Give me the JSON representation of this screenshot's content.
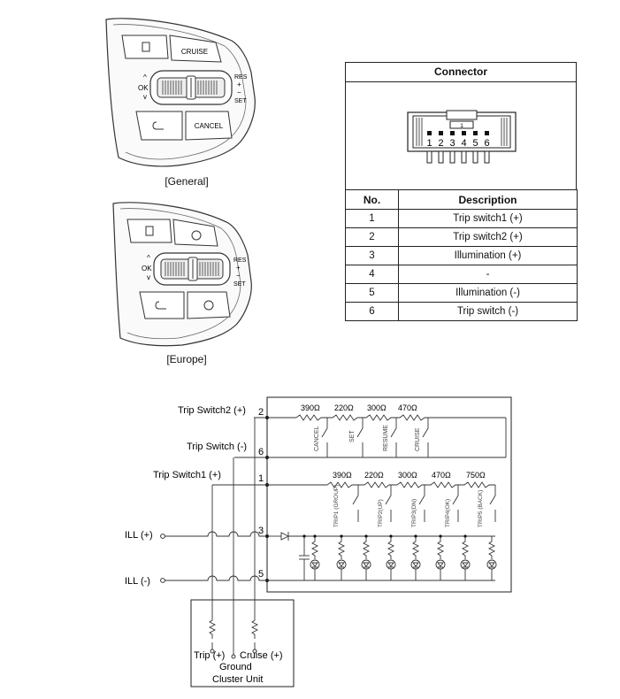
{
  "captions": {
    "general": "[General]",
    "europe": "[Europe]"
  },
  "switch_labels": {
    "cruise": "CRUISE",
    "cancel": "CANCEL",
    "ok": "OK",
    "res": "RES",
    "set": "SET",
    "plus": "+",
    "minus": "−"
  },
  "connector": {
    "title": "Connector",
    "pin_digits": [
      "1",
      "2",
      "3",
      "4",
      "5",
      "6"
    ],
    "key_mark": "1",
    "headers": {
      "no": "No.",
      "description": "Description"
    },
    "rows": [
      {
        "no": "1",
        "description": "Trip switch1 (+)"
      },
      {
        "no": "2",
        "description": "Trip switch2 (+)"
      },
      {
        "no": "3",
        "description": "Illumination (+)"
      },
      {
        "no": "4",
        "description": "-"
      },
      {
        "no": "5",
        "description": "Illumination (-)"
      },
      {
        "no": "6",
        "description": "Trip switch (-)"
      }
    ]
  },
  "circuit": {
    "left_labels": {
      "trip_switch2": "Trip Switch2 (+)",
      "trip_switch_neg": "Trip Switch (-)",
      "trip_switch1": "Trip Switch1 (+)",
      "ill_pos": "ILL (+)",
      "ill_neg": "ILL (-)"
    },
    "pins": [
      "2",
      "6",
      "1",
      "3",
      "5"
    ],
    "top_row": {
      "resistors": [
        "390Ω",
        "220Ω",
        "300Ω",
        "470Ω"
      ],
      "switches": [
        "CANCEL",
        "SET",
        "RESUME",
        "CRUISE"
      ]
    },
    "bottom_row": {
      "resistors": [
        "390Ω",
        "220Ω",
        "300Ω",
        "470Ω",
        "750Ω"
      ],
      "switches": [
        "TRIP1 (GROUP)",
        "TRIP2(UP)",
        "TRIP3(DN)",
        "TRIP4(OK)",
        "TRIP5 (BACK)"
      ]
    },
    "cluster": {
      "trip": "Trip (+)",
      "ground": "Ground",
      "cruise": "Cruise (+)",
      "title": "Cluster Unit"
    }
  }
}
